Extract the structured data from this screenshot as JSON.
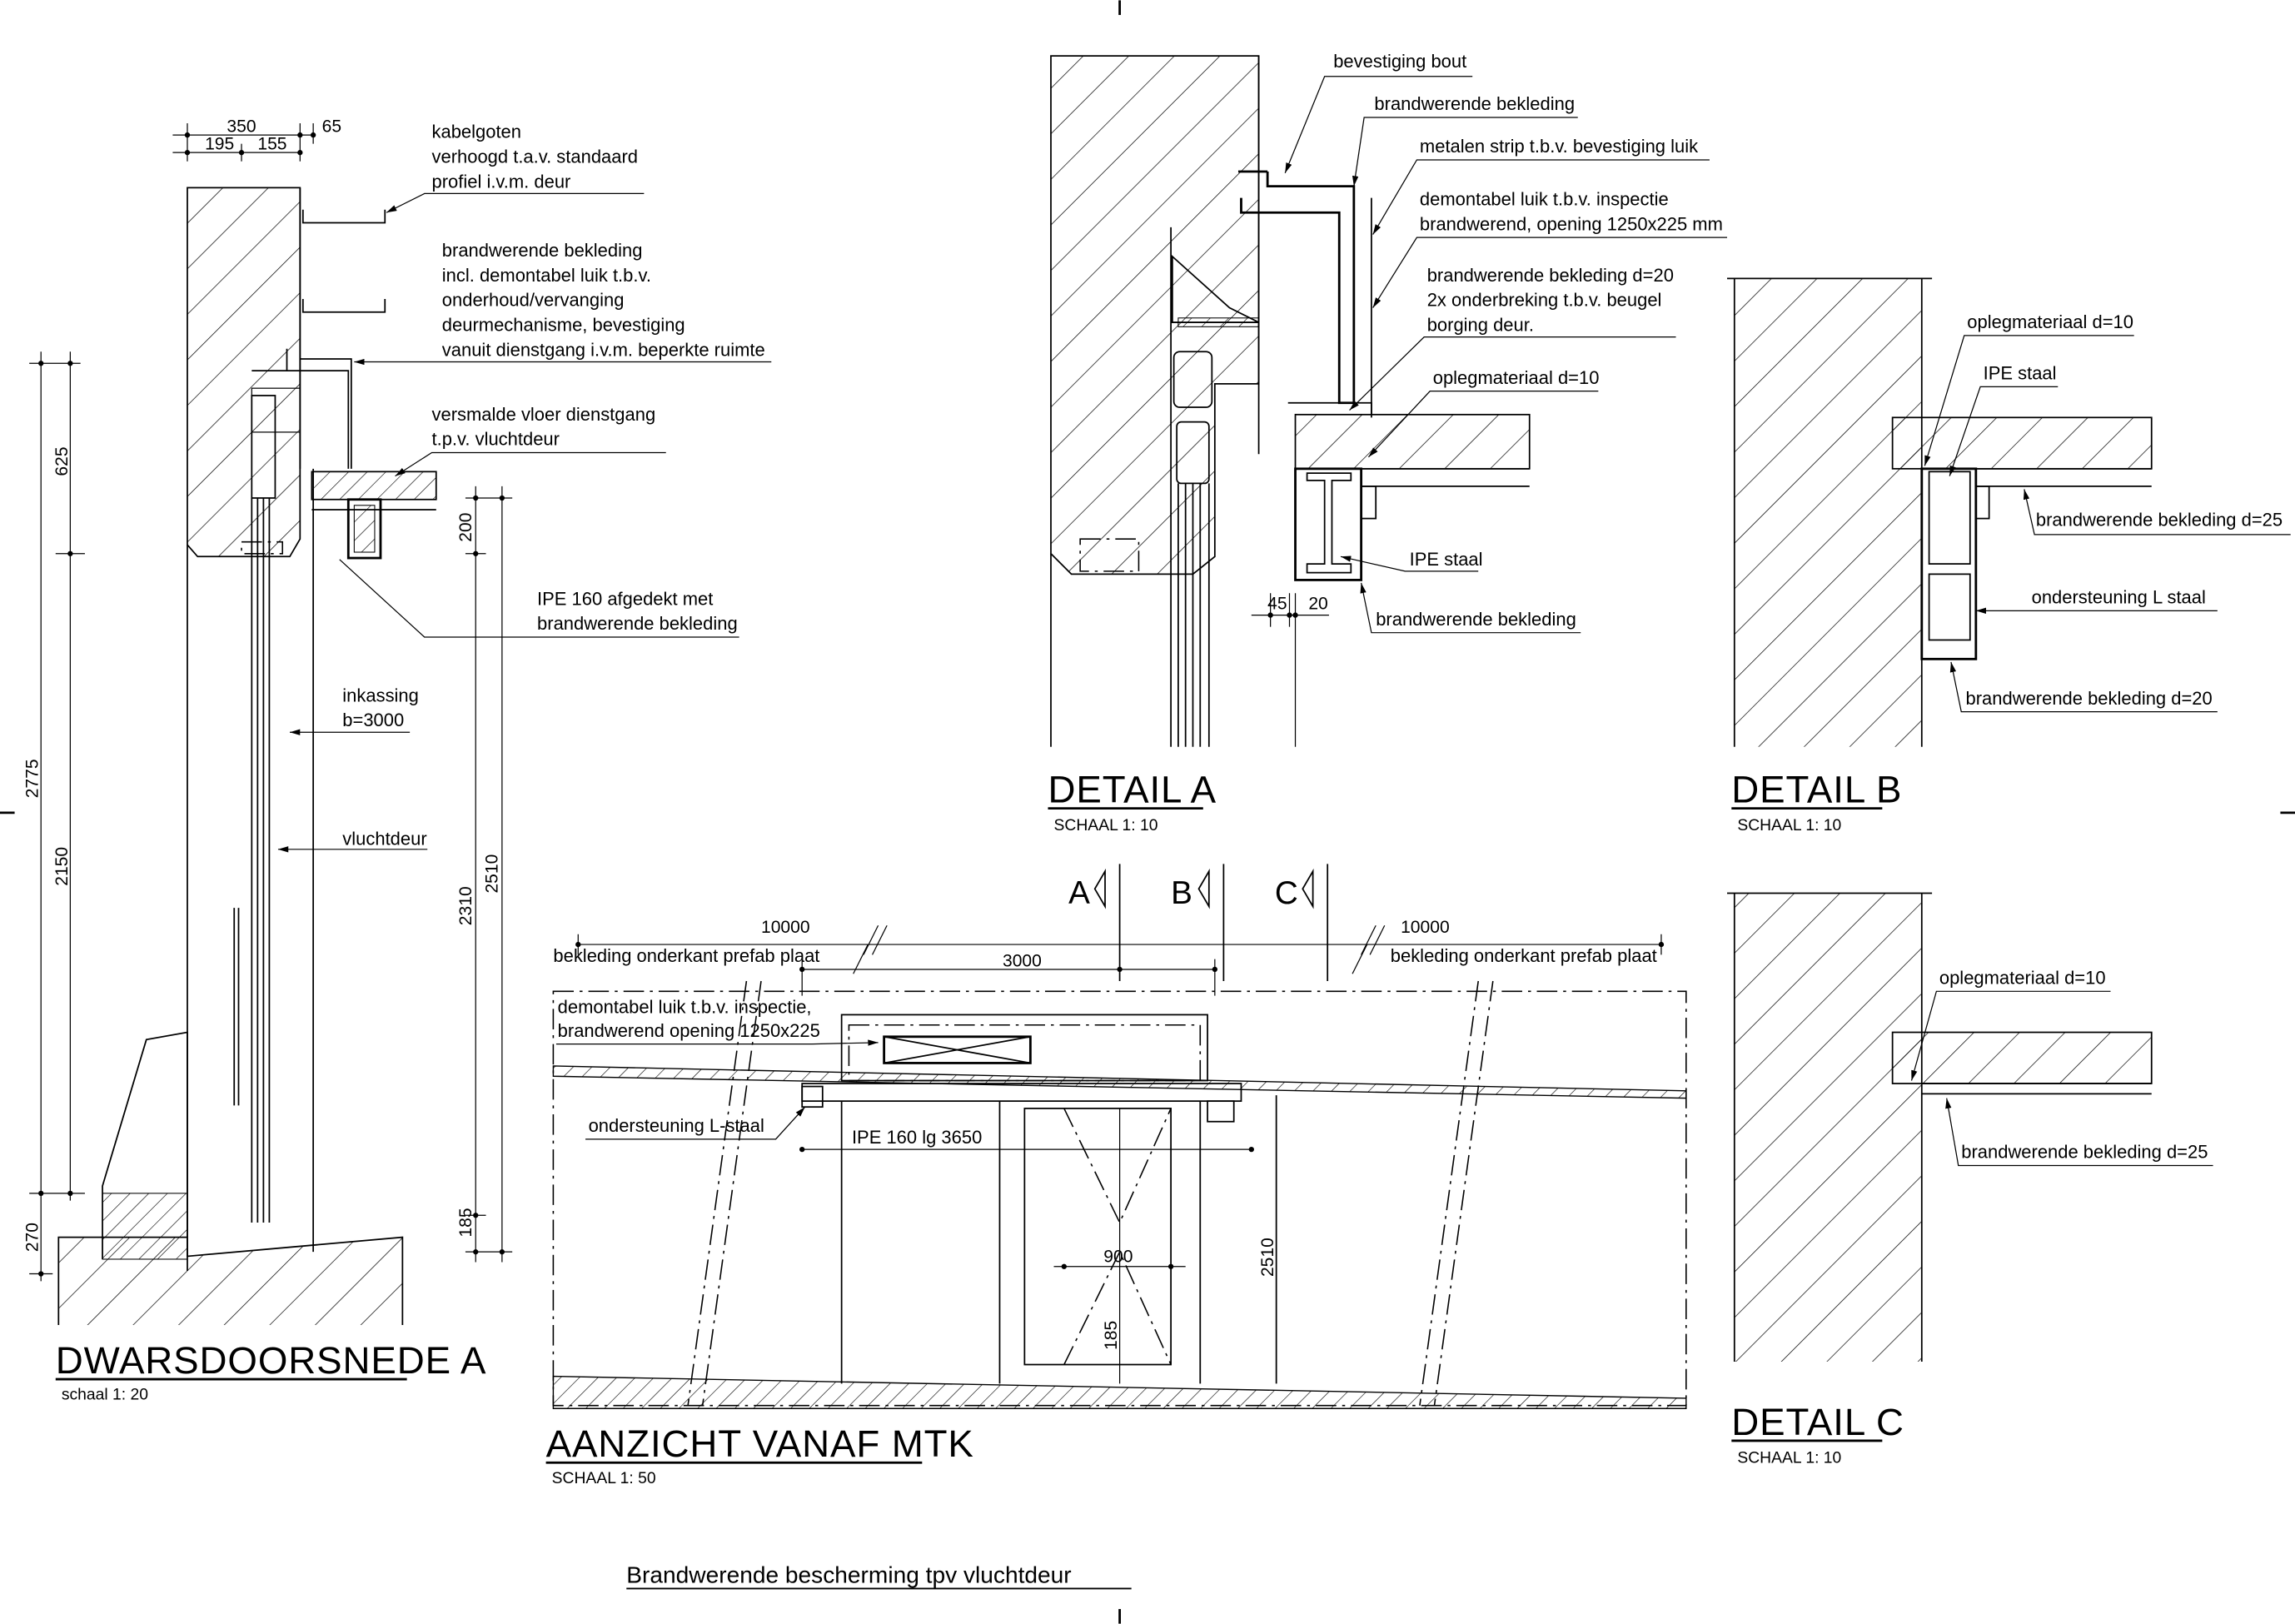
{
  "sheet_title": "Brandwerende bescherming tpv vluchtdeur",
  "section_a": {
    "title": "DWARSDOORSNEDE A",
    "scale": "schaal 1: 20",
    "dims": {
      "d350": "350",
      "d65": "65",
      "d195": "195",
      "d155": "155",
      "d625": "625",
      "d2775": "2775",
      "d2150": "2150",
      "d270": "270",
      "d200": "200",
      "d2310": "2310",
      "d2510": "2510",
      "d185": "185"
    },
    "labels": {
      "kabelgoten": [
        "kabelgoten",
        "verhoogd t.a.v. standaard",
        "profiel i.v.m. deur"
      ],
      "bekleding": [
        "brandwerende bekleding",
        "incl. demontabel luik t.b.v.",
        "onderhoud/vervanging",
        "deurmechanisme, bevestiging",
        "vanuit dienstgang i.v.m. beperkte ruimte"
      ],
      "vloer": [
        "versmalde vloer dienstgang",
        "t.p.v. vluchtdeur"
      ],
      "ipe": [
        "IPE 160 afgedekt met",
        "brandwerende bekleding"
      ],
      "inkassing": [
        "inkassing",
        "b=3000"
      ],
      "vluchtdeur": "vluchtdeur"
    }
  },
  "detail_a": {
    "title": "DETAIL A",
    "scale": "SCHAAL 1: 10",
    "dims": {
      "d45": "45",
      "d20": "20"
    },
    "labels": {
      "bout": "bevestiging bout",
      "bekleding1": "brandwerende bekleding",
      "strip": "metalen strip t.b.v. bevestiging luik",
      "luik": [
        "demontabel luik t.b.v. inspectie",
        "brandwerend, opening 1250x225 mm"
      ],
      "bekleding20": [
        "brandwerende bekleding d=20",
        "2x onderbreking t.b.v. beugel",
        "borging deur."
      ],
      "opleg": "oplegmateriaal d=10",
      "ipe": "IPE staal",
      "bekleding2": "brandwerende bekleding"
    }
  },
  "detail_b": {
    "title": "DETAIL B",
    "scale": "SCHAAL 1: 10",
    "labels": {
      "opleg": "oplegmateriaal d=10",
      "ipe": "IPE staal",
      "bekleding25": "brandwerende bekleding d=25",
      "ondersteuning": "ondersteuning L staal",
      "bekleding20": "brandwerende bekleding d=20"
    }
  },
  "detail_c": {
    "title": "DETAIL C",
    "scale": "SCHAAL 1: 10",
    "labels": {
      "opleg": "oplegmateriaal d=10",
      "bekleding25": "brandwerende bekleding d=25"
    }
  },
  "elevation": {
    "title": "AANZICHT VANAF MTK",
    "scale": "SCHAAL 1: 50",
    "section_marks": [
      "A",
      "B",
      "C"
    ],
    "dims": {
      "left": "10000",
      "right": "10000",
      "mid": "3000",
      "d2510": "2510",
      "d900": "900",
      "d185": "185"
    },
    "labels": {
      "onderkant_left": "bekleding onderkant prefab plaat",
      "onderkant_right": "bekleding onderkant prefab plaat",
      "luik": [
        "demontabel luik t.b.v. inspectie,",
        "brandwerend opening 1250x225"
      ],
      "ondersteuning": "ondersteuning L-staal",
      "ipe": "IPE 160 lg 3650"
    }
  }
}
